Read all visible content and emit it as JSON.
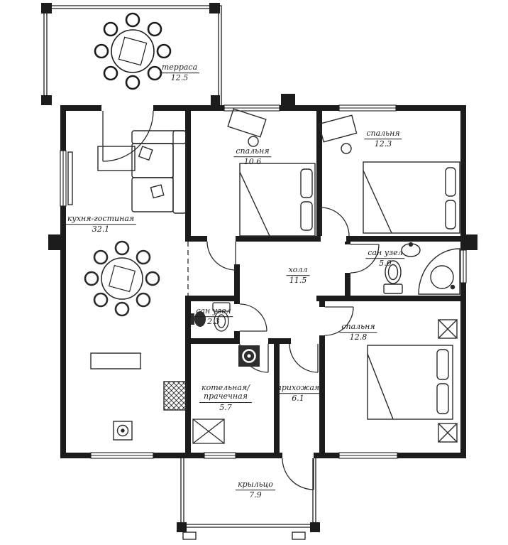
{
  "meta": {
    "background_color": "#ffffff",
    "ink_color": "#1c1c1c"
  },
  "rooms": {
    "terrace": {
      "label": "терраса",
      "area": "12.5"
    },
    "kitchen_living": {
      "label": "кухня-гостиная",
      "area": "32.1"
    },
    "bedroom_106": {
      "label": "спальня",
      "area": "10.6"
    },
    "bedroom_123": {
      "label": "спальня",
      "area": "12.3"
    },
    "hall": {
      "label": "холл",
      "area": "11.5"
    },
    "bath_50": {
      "label": "сан узел",
      "area": "5.0"
    },
    "bath_23": {
      "label": "сан узел",
      "area": "2.3"
    },
    "boiler": {
      "label_line1": "котельная/",
      "label_line2": "прачечная",
      "area": "5.7"
    },
    "entry": {
      "label": "прихожая",
      "area": "6.1"
    },
    "bedroom_128": {
      "label": "спальня",
      "area": "12.8"
    },
    "porch": {
      "label": "крыльцо",
      "area": "7.9"
    }
  }
}
